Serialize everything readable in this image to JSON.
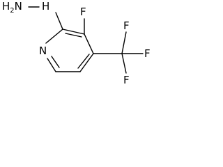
{
  "structure": {
    "atom_labels": {
      "hydrazine": "H2N",
      "hydrazine_nh": "H",
      "ring_nitrogen": "N",
      "ring_fluorine": "F",
      "cf3_f_top": "F",
      "cf3_f_right": "F",
      "cf3_f_bottom": "F"
    },
    "colors": {
      "ink": "#000000",
      "background": "#ffffff"
    }
  }
}
